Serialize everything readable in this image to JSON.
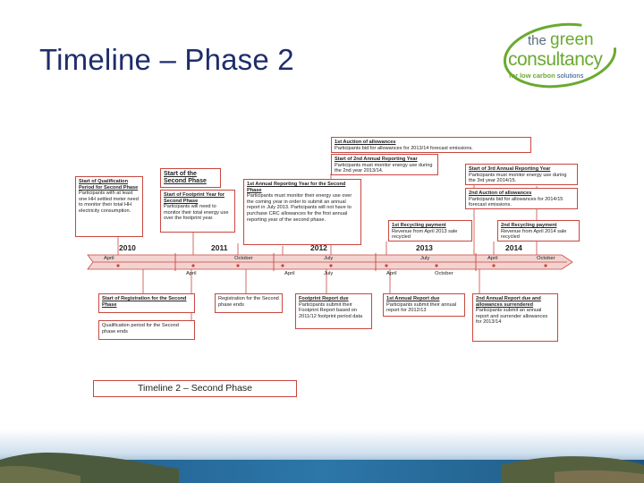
{
  "slide": {
    "title": "Timeline – Phase 2"
  },
  "logo": {
    "line1_pre": "the ",
    "line1_accent": "green",
    "line2": "consultancy",
    "line3_accent": "for low carbon",
    "line3_rest": " solutions"
  },
  "colors": {
    "title": "#1f2d6b",
    "accent_green": "#6aaa30",
    "timeline_red": "#c9473f",
    "bar": "#f3d3d0"
  },
  "timeline": {
    "years": [
      "2010",
      "2011",
      "2012",
      "2013",
      "2014"
    ],
    "top_months": [
      "April",
      "October",
      "July",
      "July",
      "April",
      "October"
    ],
    "bottom_months": [
      "April",
      "April",
      "July",
      "April",
      "October"
    ],
    "top_boxes": [
      {
        "heading": "1st Auction of allowances",
        "body": "Participants bid for allowances for 2013/14 forecast emissions."
      },
      {
        "heading": "Start of 2nd Annual Reporting Year",
        "body": "Participants must monitor energy use during the 2nd year 2013/14."
      },
      {
        "heading": "Start of 3rd Annual Reporting Year",
        "body": "Participants must monitor energy use during the 3rd year 2014/15."
      },
      {
        "heading": "Start of the Second Phase",
        "body": ""
      },
      {
        "heading": "Start of Qualification Period for Second Phase",
        "body": "Participants with at least one HH settled meter need to monitor their total HH electricity consumption."
      },
      {
        "heading": "Start of Footprint Year for Second Phase",
        "body": "Participants will need to monitor their total energy use over the footprint year."
      },
      {
        "heading": "1st Annual Reporting Year for the Second Phase",
        "body": "Participants must monitor their energy use over the coming year in order to submit an annual report in July 2013. Participants will not have to purchase CRC allowances for the first annual reporting year of the second phase."
      },
      {
        "heading": "2nd Auction of allowances",
        "body": "Participants bid for allowances for 2014/15 forecast emissions."
      },
      {
        "heading": "1st Recycling payment",
        "body": "Revenue from April 2013 sale recycled"
      },
      {
        "heading": "2nd Recycling payment",
        "body": "Revenue from April 2014 sale recycled"
      }
    ],
    "bottom_boxes": [
      {
        "heading": "Start of Registration for the Second Phase",
        "body": ""
      },
      {
        "heading": "",
        "body": "Qualification period for the Second phase ends"
      },
      {
        "heading": "",
        "body": "Registration for the Second phase ends"
      },
      {
        "heading": "Footprint Report due",
        "body": "Participants submit their Footprint Report based on 2011/12 footprint period data"
      },
      {
        "heading": "1st Annual Report due",
        "body": "Participants submit their annual report for 2012/13"
      },
      {
        "heading": "2nd Annual Report due and allowances surrendered",
        "body": "Participants submit an annual report and surrender allowances for 2013/14"
      }
    ],
    "caption": "Timeline 2 – Second Phase"
  }
}
